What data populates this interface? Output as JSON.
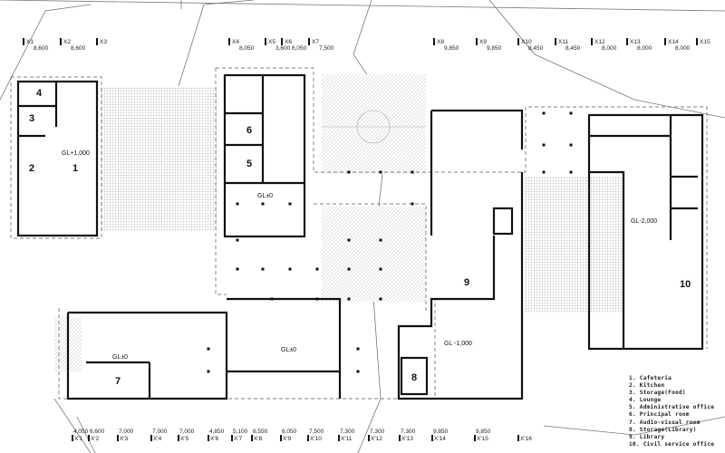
{
  "axes_top": [
    {
      "label": "X1",
      "dim": "8,600"
    },
    {
      "label": "X2",
      "dim": "8,600"
    },
    {
      "label": "X3",
      "dim": ""
    },
    {
      "label": "X4",
      "dim": "8,050"
    },
    {
      "label": "X5",
      "dim": "3,600"
    },
    {
      "label": "X6",
      "dim": "6,050"
    },
    {
      "label": "X7",
      "dim": "7,500"
    },
    {
      "label": "X8",
      "dim": "9,850"
    },
    {
      "label": "X9",
      "dim": "9,850"
    },
    {
      "label": "X10",
      "dim": "8,450"
    },
    {
      "label": "X11",
      "dim": "8,450"
    },
    {
      "label": "X12",
      "dim": "8,000"
    },
    {
      "label": "X13",
      "dim": "8,000"
    },
    {
      "label": "X14",
      "dim": "8,000"
    },
    {
      "label": "X15",
      "dim": ""
    }
  ],
  "axes_bottom": [
    {
      "label": "X'1",
      "dim": "4,050"
    },
    {
      "label": "X'2",
      "dim": "6,600"
    },
    {
      "label": "X'3",
      "dim": "7,000"
    },
    {
      "label": "X'4",
      "dim": "7,000"
    },
    {
      "label": "X'5",
      "dim": "7,000"
    },
    {
      "label": "X'6",
      "dim": "4,850"
    },
    {
      "label": "X'7",
      "dim": "5,100"
    },
    {
      "label": "X'8",
      "dim": "6,550"
    },
    {
      "label": "X'9",
      "dim": "6,050"
    },
    {
      "label": "X'10",
      "dim": "7,500"
    },
    {
      "label": "X'11",
      "dim": "7,300"
    },
    {
      "label": "X'12",
      "dim": "7,300"
    },
    {
      "label": "X'13",
      "dim": "7,300"
    },
    {
      "label": "X'14",
      "dim": "9,850"
    },
    {
      "label": "X'15",
      "dim": "9,850"
    },
    {
      "label": "X'16",
      "dim": ""
    }
  ],
  "rooms": [
    "1",
    "2",
    "3",
    "4",
    "5",
    "6",
    "7",
    "8",
    "9",
    "10"
  ],
  "levels": {
    "block_a": "GL+1,000",
    "block_b": "GL±0",
    "block_c": "GL±0",
    "block_d": "GL±0",
    "library": "GL -1,000",
    "civil": "GL-2,000"
  },
  "legend": [
    "1. Cafeteria",
    "2. Kitchen",
    "3. Storage(Food)",
    "4. Lounge",
    "5. Administrative office",
    "6. Principal room",
    "7. Audio-visual room",
    "8. Storage(Library)",
    "9. Library",
    "10. Civil service office"
  ]
}
